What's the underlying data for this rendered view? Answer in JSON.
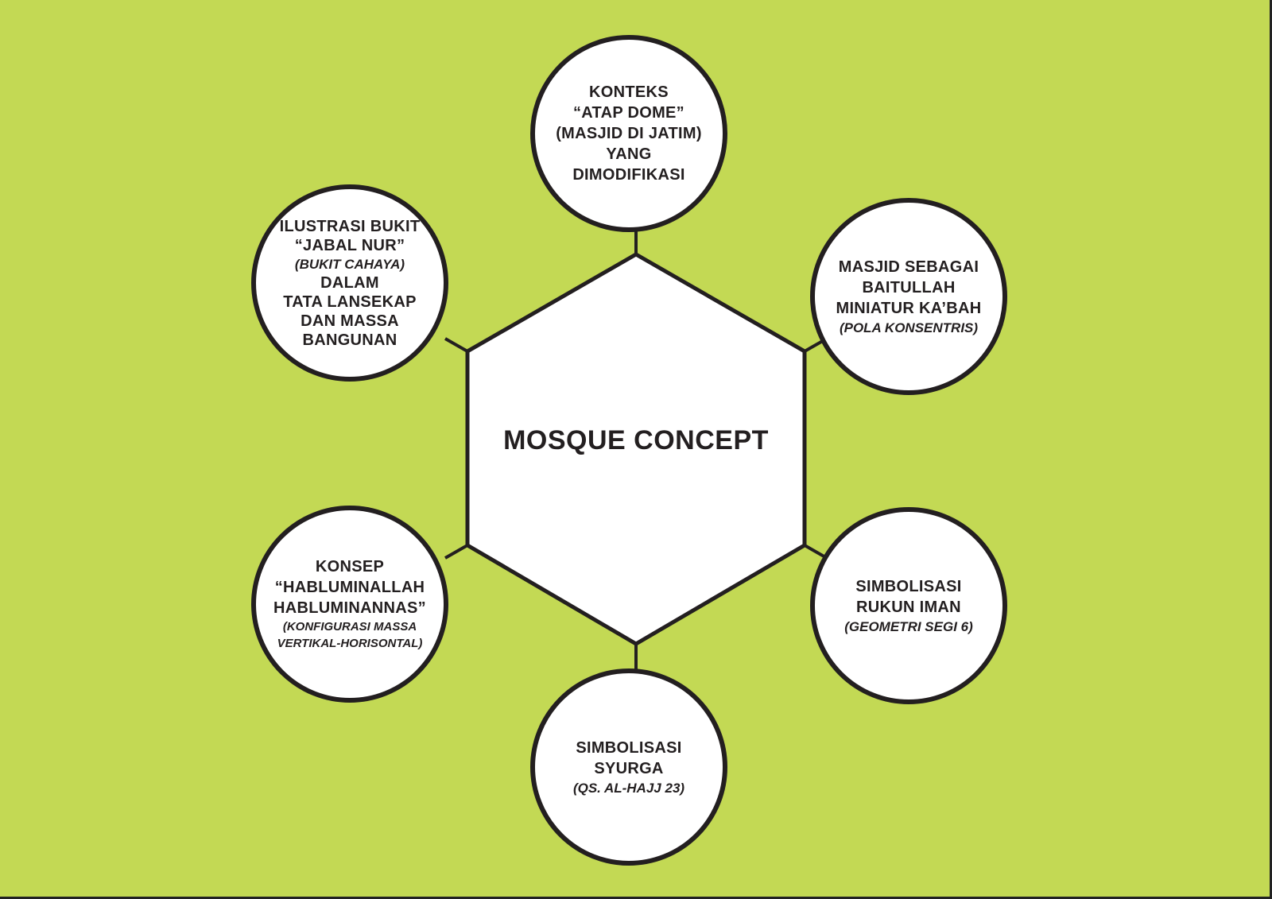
{
  "center": {
    "title": "MOSQUE CONCEPT"
  },
  "nodes": {
    "top": {
      "lines": [
        "KONTEKS",
        "“ATAP DOME”",
        "(MASJID DI JATIM)",
        "YANG",
        "DIMODIFIKASI"
      ]
    },
    "upper_right": {
      "lines": [
        "MASJID SEBAGAI",
        "BAITULLAH",
        "MINIATUR KA’BAH"
      ],
      "note": "(POLA KONSENTRIS)"
    },
    "lower_right": {
      "lines": [
        "SIMBOLISASI",
        "RUKUN IMAN"
      ],
      "note": "(GEOMETRI SEGI 6)"
    },
    "bottom": {
      "lines": [
        "SIMBOLISASI",
        "SYURGA"
      ],
      "note": "(QS. AL-HAJJ 23)"
    },
    "lower_left": {
      "lines": [
        "KONSEP",
        "“HABLUMINALLAH",
        "HABLUMINANNAS”"
      ],
      "notes": [
        "(KONFIGURASI MASSA",
        "VERTIKAL-HORISONTAL)"
      ]
    },
    "upper_left": {
      "lines": [
        "ILUSTRASI BUKIT",
        "“JABAL NUR”"
      ],
      "note": "(BUKIT CAHAYA)",
      "lines_after": [
        "DALAM",
        "TATA LANSEKAP",
        "DAN MASSA",
        "BANGUNAN"
      ]
    }
  },
  "colors": {
    "background": "#c3d954",
    "stroke": "#231f20",
    "fill": "#ffffff"
  }
}
